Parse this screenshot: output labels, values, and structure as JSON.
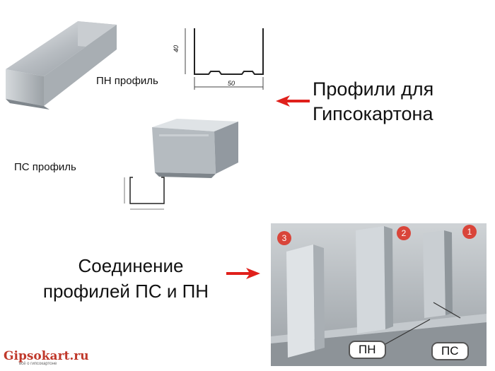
{
  "labels": {
    "pn_profile": "ПН профиль",
    "ps_profile": "ПС профиль",
    "heading_line1": "Профили для",
    "heading_line2": "Гипсокартона",
    "connection_line1": "Соединение",
    "connection_line2": "профилей ПС и ПН"
  },
  "drawing": {
    "height_dim": "40",
    "width_dim": "50"
  },
  "photo": {
    "markers": [
      "3",
      "2",
      "1"
    ],
    "tags": [
      "ПН",
      "ПС"
    ]
  },
  "logo": {
    "text": "Gipsokart.ru",
    "subtitle": "всё о гипсокартоне"
  },
  "colors": {
    "arrow": "#e0201b",
    "marker": "#d9453a",
    "logo": "#c0392b"
  }
}
